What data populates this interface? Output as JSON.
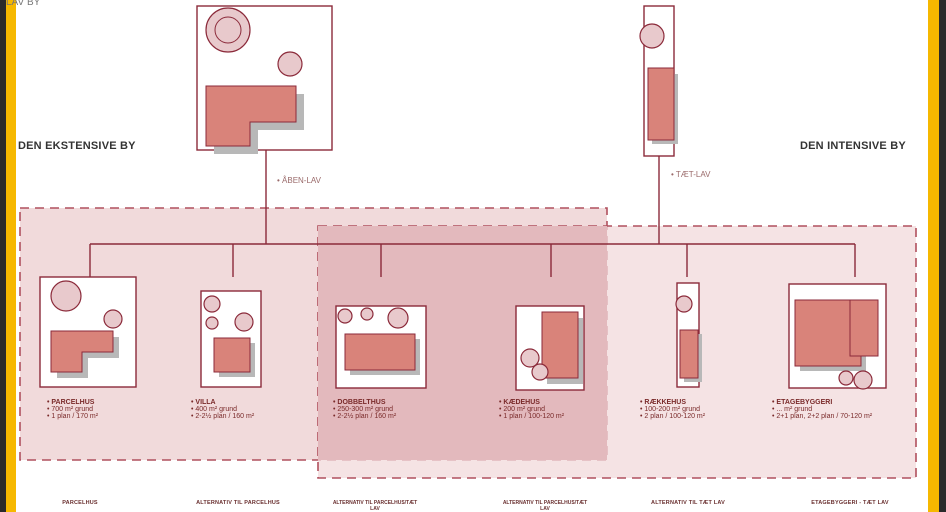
{
  "title": "LAV BY",
  "headers": {
    "left": "DEN EKSTENSIVE BY",
    "right": "DEN INTENSIVE BY"
  },
  "top_labels": {
    "left": "ÅBEN-LAV",
    "right": "TÆT-LAV"
  },
  "types": [
    {
      "name": "PARCELHUS",
      "line1": "700 m² grund",
      "line2": "1 plan / 170 m²",
      "footer": "PARCELHUS"
    },
    {
      "name": "VILLA",
      "line1": "400 m² grund",
      "line2": "2-2½ plan / 160 m²",
      "footer": "ALTERNATIV TIL PARCELHUS"
    },
    {
      "name": "DOBBELTHUS",
      "line1": "250-300 m² grund",
      "line2": "2-2½ plan / 160 m²",
      "footer": "ALTERNATIV TIL PARCELHUS/TÆT LAV"
    },
    {
      "name": "KÆDEHUS",
      "line1": "200 m² grund",
      "line2": "1 plan / 100-120 m²",
      "footer": "ALTERNATIV TIL PARCELHUS/TÆT LAV"
    },
    {
      "name": "RÆKKEHUS",
      "line1": "100-200 m² grund",
      "line2": "2 plan / 100-120 m²",
      "footer": "ALTERNATIV TIL TÆT LAV"
    },
    {
      "name": "ETAGEBYGGERI",
      "line1": "... m² grund",
      "line2": "2+1 plan, 2+2 plan / 70-120 m²",
      "footer": "ETAGEBYGGERI - TÆT LAV"
    }
  ],
  "colors": {
    "accent": "#8b2a3a",
    "roof": "#d9837a",
    "zone_fill": "#e8c9cc",
    "frame": "#f6b800"
  }
}
